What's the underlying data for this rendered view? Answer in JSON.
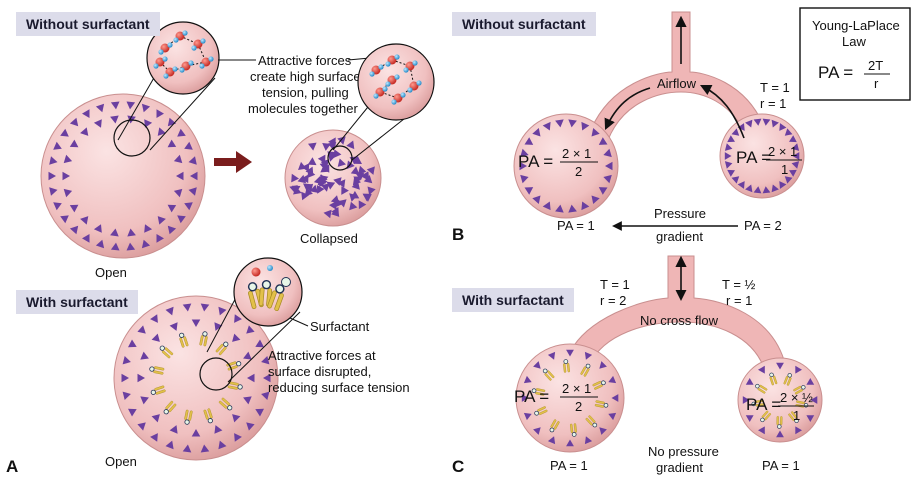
{
  "panelA": {
    "letter": "A",
    "without_banner": "Without surfactant",
    "with_banner": "With surfactant",
    "attractive_note": [
      "Attractive forces",
      "create high surface",
      "tension, pulling",
      "molecules together"
    ],
    "open_label": "Open",
    "collapsed_label": "Collapsed",
    "surfactant_label": "Surfactant",
    "disrupted_note": [
      "Attractive forces at",
      "surface disrupted,",
      "reducing surface tension"
    ],
    "open_label_2": "Open"
  },
  "panelB": {
    "letter": "B",
    "banner": "Without surfactant",
    "box_title": [
      "Young-LaPlace",
      "Law"
    ],
    "box_pa": "PA =",
    "box_num": "2T",
    "box_den": "r",
    "airflow": "Airflow",
    "t_label": "T = 1",
    "r_label": "r = 1",
    "left_pa": "PA =",
    "left_num": "2 × 1",
    "left_den": "2",
    "right_pa": "PA =",
    "right_num": "2 × 1",
    "right_den": "1",
    "bottom_left": "PA = 1",
    "bottom_right": "PA = 2",
    "gradient_top": "Pressure",
    "gradient_bottom": "gradient"
  },
  "panelC": {
    "letter": "C",
    "banner": "With surfactant",
    "left_t": "T = 1",
    "left_r": "r = 2",
    "right_t": "T = ½",
    "right_r": "r = 1",
    "no_cross_flow": "No cross flow",
    "left_pa": "PA =",
    "left_num": "2 × 1",
    "left_den": "2",
    "right_pa": "PA =",
    "right_num": "2 × ½",
    "right_den": "1",
    "bottom_left": "PA = 1",
    "bottom_right": "PA = 1",
    "no_gradient": [
      "No pressure",
      "gradient"
    ]
  },
  "colors": {
    "alveolus_fill": "#f2c6c6",
    "alveolus_edge": "#c98f8f",
    "airway": "#efb6b6",
    "triangle": "#6a3fa0",
    "big_arrow": "#7a1d1d",
    "banner_bg": "#dcdcea",
    "molecule_red": "#d8322c",
    "molecule_blue": "#3aa6e0",
    "surfactant_gold": "#e2c04a"
  }
}
